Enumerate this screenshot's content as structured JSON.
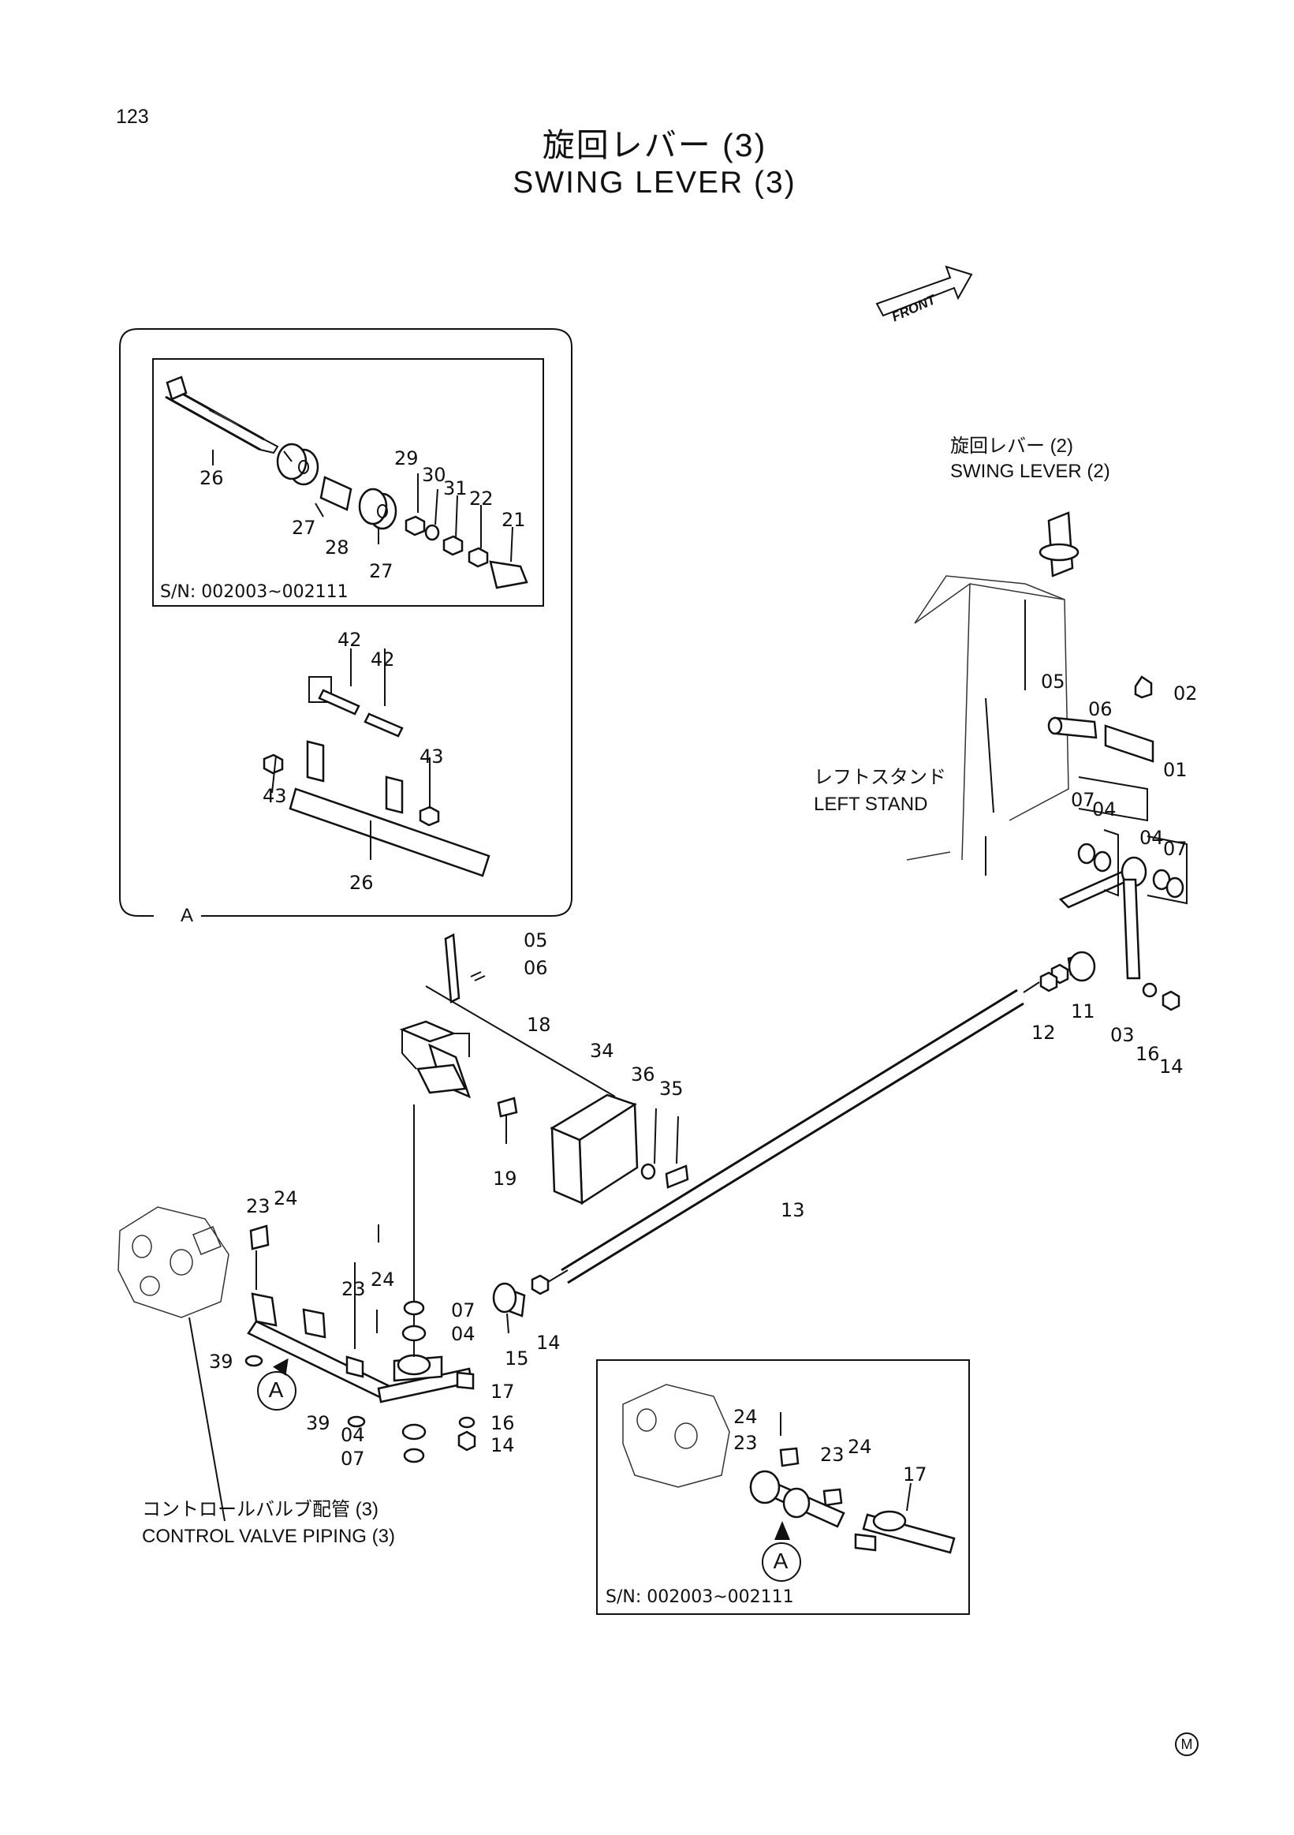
{
  "page": {
    "number": "123",
    "title_jp": "旋回レバー (3)",
    "title_en": "SWING LEVER (3)"
  },
  "front_indicator": "FRONT",
  "references": {
    "swing_lever_2_jp": "旋回レバー (2)",
    "swing_lever_2_en": "SWING LEVER (2)",
    "left_stand_jp": "レフトスタンド",
    "left_stand_en": "LEFT STAND",
    "control_valve_piping_jp": "コントロールバルブ配管 (3)",
    "control_valve_piping_en": "CONTROL VALVE PIPING (3)"
  },
  "detail_a": {
    "marker": "A",
    "serial_range": "S/N: 002003~002111"
  },
  "detail_bottom": {
    "serial_range": "S/N: 002003~002111"
  },
  "callouts": {
    "view_a_left": "A",
    "view_a_right": "A"
  },
  "labels": [
    "26",
    "27",
    "28",
    "27",
    "29",
    "30",
    "31",
    "22",
    "21",
    "42",
    "42",
    "43",
    "43",
    "26",
    "02",
    "05",
    "06",
    "01",
    "07",
    "04",
    "04",
    "07",
    "11",
    "12",
    "03",
    "16",
    "14",
    "05",
    "06",
    "18",
    "34",
    "36",
    "35",
    "19",
    "13",
    "23",
    "24",
    "23",
    "24",
    "07",
    "04",
    "15",
    "14",
    "39",
    "17",
    "39",
    "16",
    "04",
    "14",
    "07",
    "24",
    "23",
    "23",
    "24",
    "17"
  ]
}
